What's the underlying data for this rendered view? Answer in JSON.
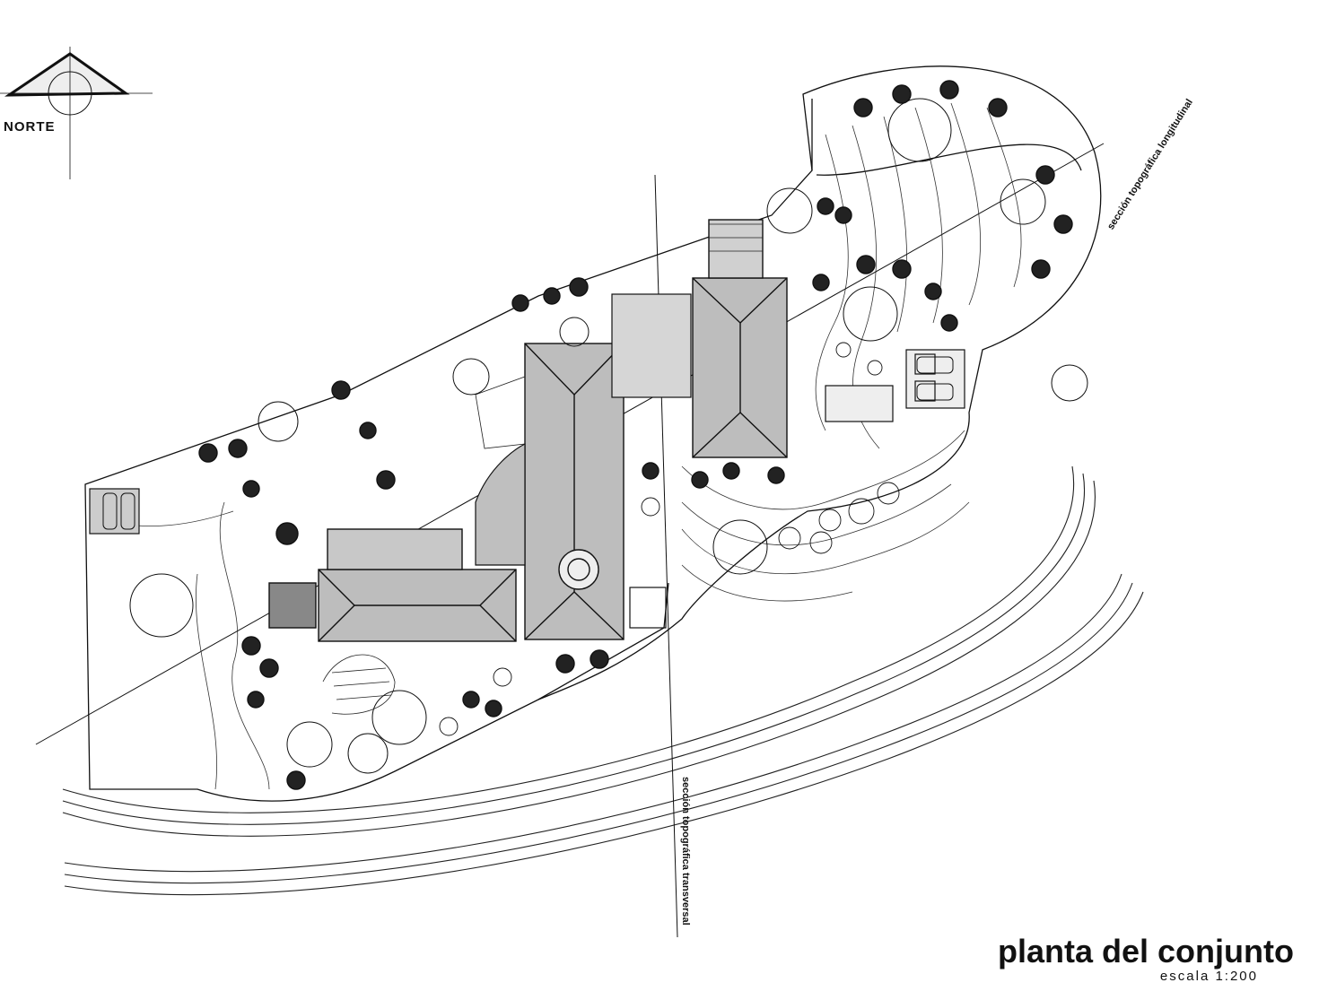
{
  "north_label": "NORTE",
  "section_longitudinal": "sección topográfica longitudinal",
  "section_transversal": "sección topográfica transversal",
  "title": "planta del conjunto",
  "scale": "escala 1:200"
}
